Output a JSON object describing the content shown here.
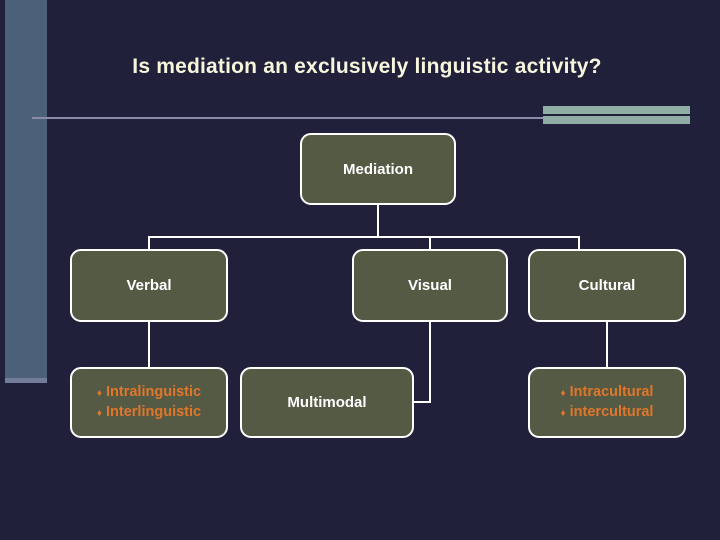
{
  "slide": {
    "title": "Is mediation an exclusively linguistic activity?",
    "background_color": "#20203a",
    "accent_bar_color": "#8fada5",
    "side_strip_color": "#4a6179",
    "title_color": "#f7f6dd",
    "node_fill_color": "#555a45",
    "node_border_color": "#ffffff",
    "bullet_text_color": "#e0762a"
  },
  "diagram": {
    "type": "hierarchy",
    "root": {
      "label": "Mediation"
    },
    "level1": [
      {
        "label": "Verbal"
      },
      {
        "label": "Visual"
      },
      {
        "label": "Cultural"
      }
    ],
    "level2": {
      "verbal": {
        "bullet_glyph": "♦",
        "items": [
          "Intralinguistic",
          "Interlinguistic"
        ]
      },
      "visual": {
        "label": "Multimodal"
      },
      "cultural": {
        "bullet_glyph": "♦",
        "items": [
          "Intracultural",
          "intercultural"
        ]
      }
    }
  }
}
